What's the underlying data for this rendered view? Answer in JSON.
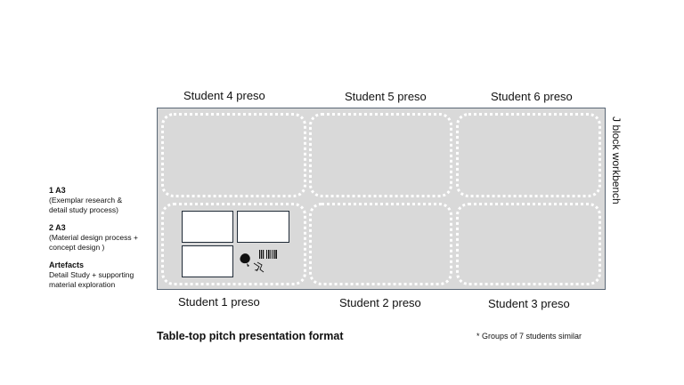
{
  "slots": {
    "student_4": "Student 4 preso",
    "student_5": "Student 5 preso",
    "student_6": "Student 6 preso",
    "student_1": "Student 1 preso",
    "student_2": "Student 2 preso",
    "student_3": "Student 3 preso"
  },
  "side_label": "J block workbench",
  "legend": [
    {
      "heading": "1 A3",
      "lines": [
        "(Exemplar research &",
        "detail study process)"
      ]
    },
    {
      "heading": "2 A3",
      "lines": [
        "(Material design process +",
        "concept design )"
      ]
    },
    {
      "heading": "Artefacts",
      "lines": [
        "Detail Study + supporting",
        "material exploration"
      ]
    }
  ],
  "caption": "Table-top pitch presentation format",
  "note": "* Groups of 7 students similar",
  "colors": {
    "board": "#d9d9d9",
    "board_border": "#5a6775",
    "sheet_border": "#1f2a36"
  }
}
